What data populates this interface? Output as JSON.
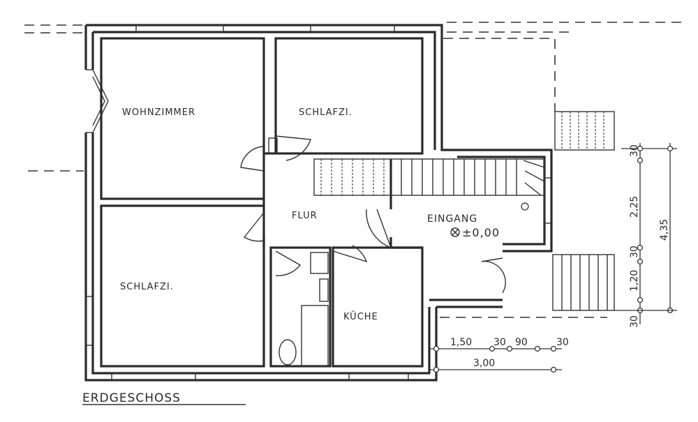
{
  "rooms": {
    "wohnzimmer": "WOHNZIMMER",
    "schlafzi_top": "SCHLAFZI.",
    "schlafzi_bottom": "SCHLAFZI.",
    "flur": "FLUR",
    "eingang": "EINGANG",
    "kueche": "KÜCHE"
  },
  "level_mark": "±0,00",
  "floor_title": "ERDGESCHOSS",
  "dimensions": {
    "vertical": [
      "30",
      "2,25",
      "30",
      "1,20",
      "30"
    ],
    "vertical_total": "4,35",
    "horizontal": [
      "1,50",
      "30",
      "90",
      "30"
    ],
    "horizontal_total": "3,00"
  }
}
